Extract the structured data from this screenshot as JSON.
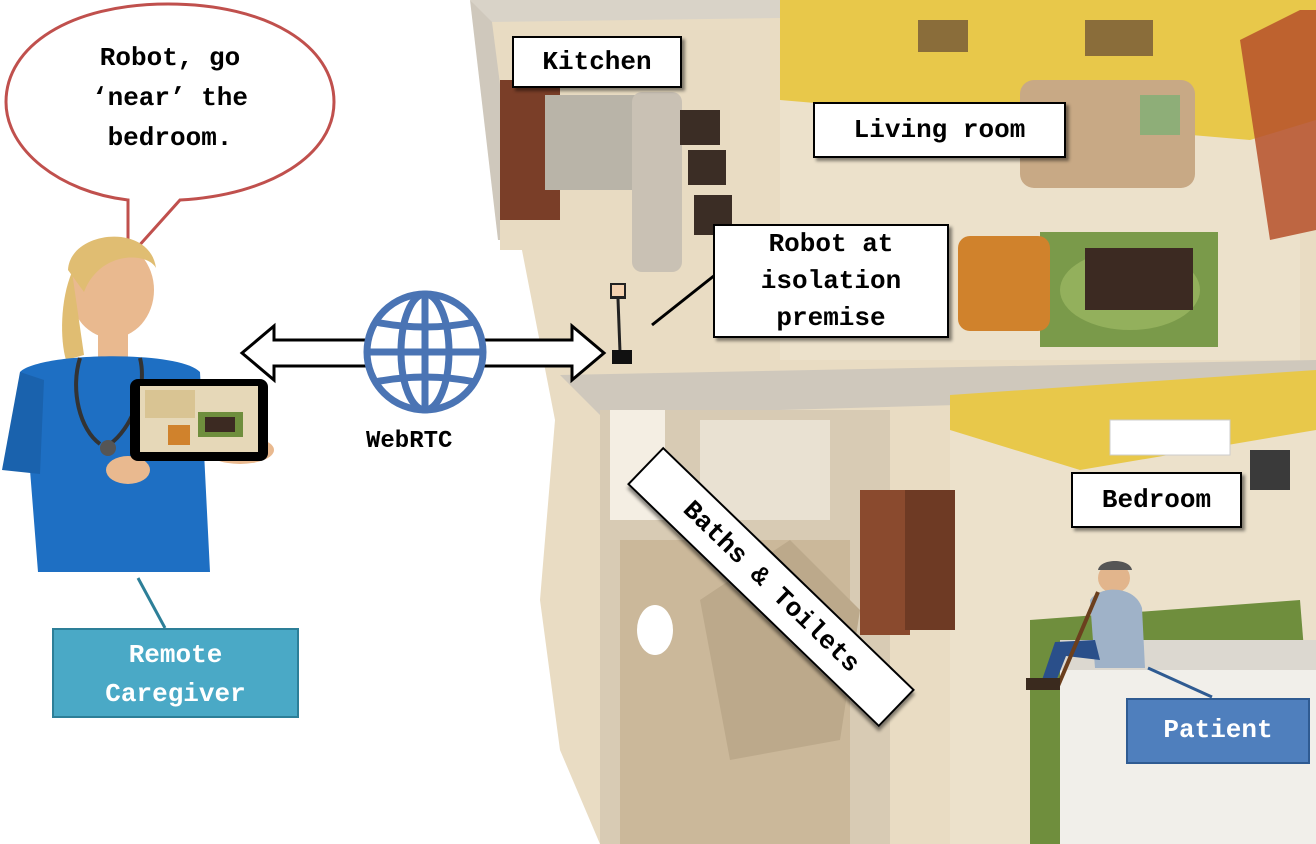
{
  "speech_bubble": {
    "lines": [
      "Robot, go",
      "‘near’ the",
      "bedroom."
    ]
  },
  "rooms": {
    "kitchen": "Kitchen",
    "living_room": "Living room",
    "bedroom": "Bedroom",
    "baths": "Baths & Toilets"
  },
  "robot_label": {
    "lines": [
      "Robot at",
      "isolation",
      "premise"
    ]
  },
  "link_label": "WebRTC",
  "caregiver_label": {
    "lines": [
      "Remote",
      "Caregiver"
    ]
  },
  "patient_label": "Patient",
  "colors": {
    "bubble_border": "#c0504d",
    "caregiver_box": "#4aa9c6",
    "patient_box": "#4f7fbd",
    "globe": "#4a74b4",
    "floor": "#efe4cf",
    "wall_yellow": "#e8c84a"
  }
}
